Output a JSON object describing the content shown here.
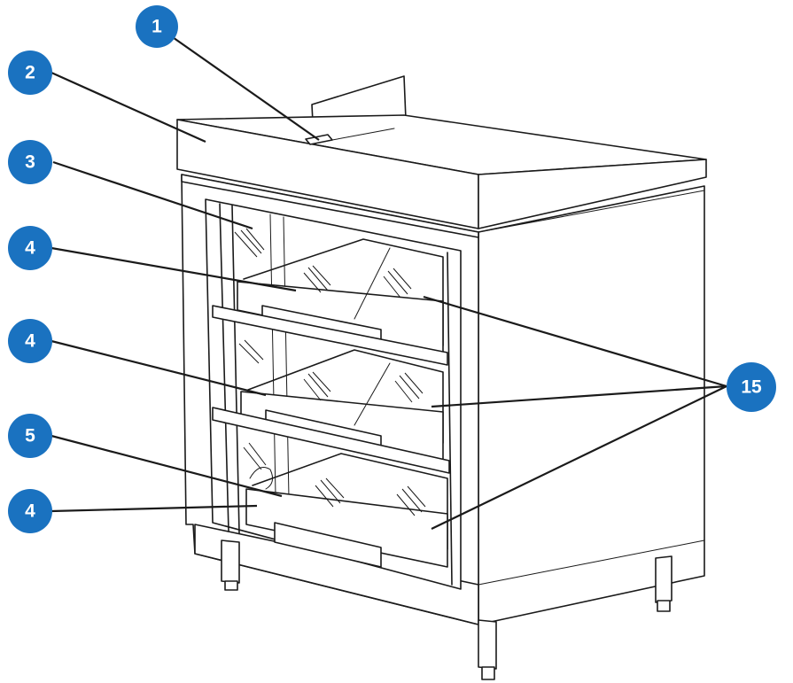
{
  "diagram": {
    "colors": {
      "callout": "#1a72c0",
      "callout_text": "#ffffff",
      "line": "#1a1a1a",
      "background": "#ffffff"
    },
    "callouts": [
      {
        "id": "c1",
        "label": "1"
      },
      {
        "id": "c2",
        "label": "2"
      },
      {
        "id": "c3",
        "label": "3"
      },
      {
        "id": "c4a",
        "label": "4"
      },
      {
        "id": "c4b",
        "label": "4"
      },
      {
        "id": "c5",
        "label": "5"
      },
      {
        "id": "c4c",
        "label": "4"
      },
      {
        "id": "c15",
        "label": "15"
      }
    ]
  }
}
